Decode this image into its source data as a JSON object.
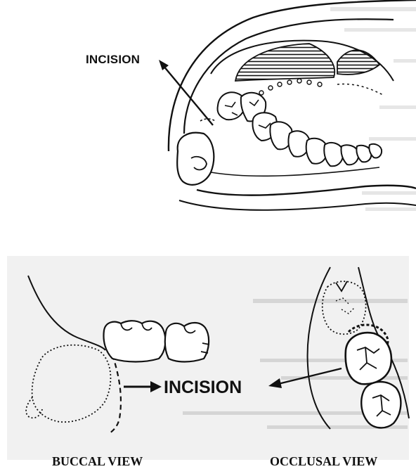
{
  "top_figure": {
    "incision_label": "INCISION"
  },
  "bottom_figure": {
    "incision_label": "INCISION",
    "buccal_caption": "BUCCAL VIEW",
    "occlusal_caption": "OCCLUSAL VIEW"
  },
  "colors": {
    "line": "#111111",
    "paper": "#ffffff",
    "scan_tint": "#e9e9e9"
  }
}
